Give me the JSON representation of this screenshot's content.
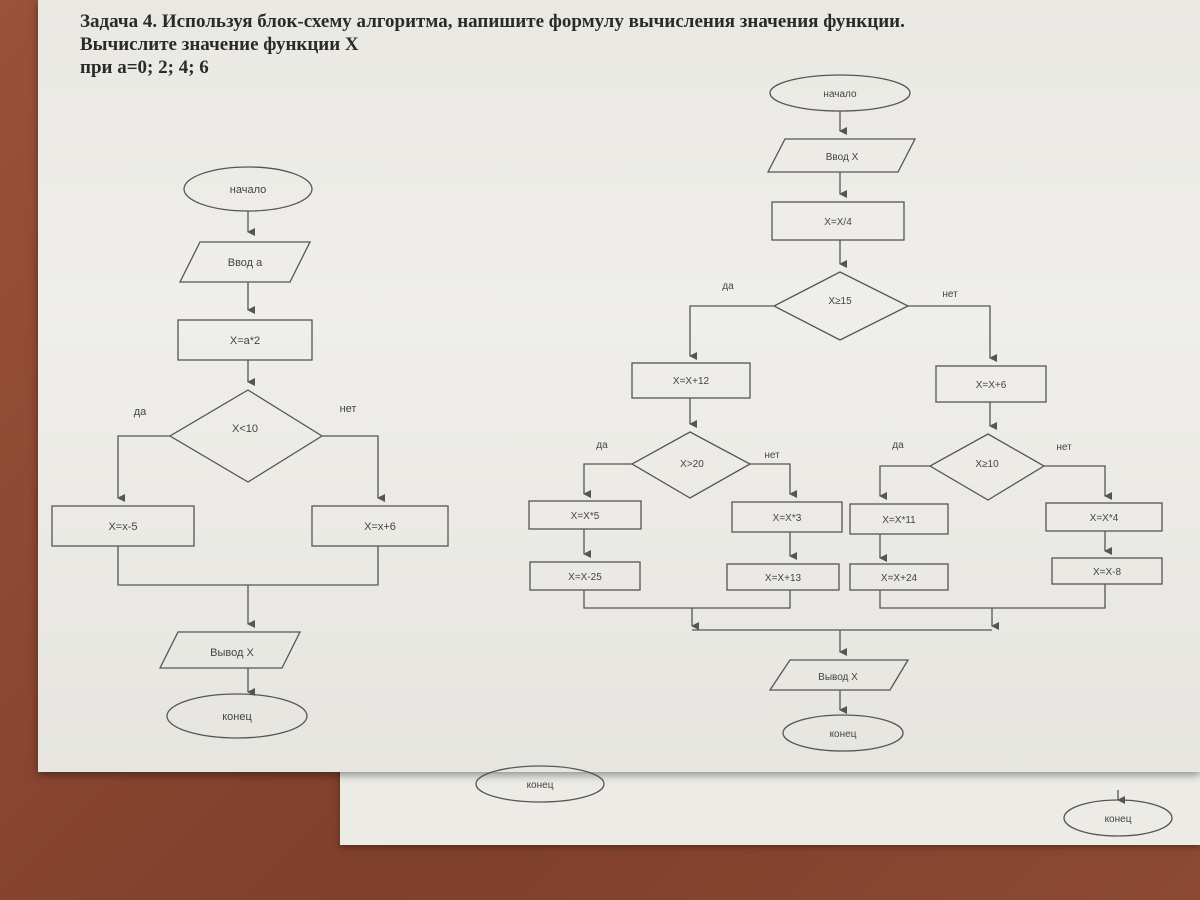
{
  "task": {
    "line1": "Задача 4. Используя блок-схему алгоритма, напишите формулу вычисления значения функции.",
    "line2": "Вычислите значение функции X",
    "line3": "при а=0; 2; 4; 6"
  },
  "left": {
    "start": "начало",
    "input": "Ввод а",
    "assign": "X=a*2",
    "cond": "X<10",
    "yes": "да",
    "no": "нет",
    "yes_box": "X=x-5",
    "no_box": "X=x+6",
    "output": "Вывод Х",
    "end": "конец"
  },
  "right": {
    "start": "начало",
    "input": "Ввод Х",
    "assign": "X=X/4",
    "cond1": "X≥15",
    "yes1": "да",
    "no1": "нет",
    "box_yes1": "X=X+12",
    "box_no1": "X=X+6",
    "cond2": "X>20",
    "yes2": "да",
    "no2": "нет",
    "cond3": "X≥10",
    "yes3": "да",
    "no3": "нет",
    "b1": "X=X*5",
    "b1b": "X=X-25",
    "b2": "X=X*3",
    "b2b": "X=X+13",
    "b3": "X=X*11",
    "b3b": "X=X+24",
    "b4": "X=X*4",
    "b4b": "X=X-8",
    "output": "Вывод Х",
    "end": "конец"
  },
  "under_paper": {
    "end_left": "конец",
    "end_right": "конец"
  }
}
